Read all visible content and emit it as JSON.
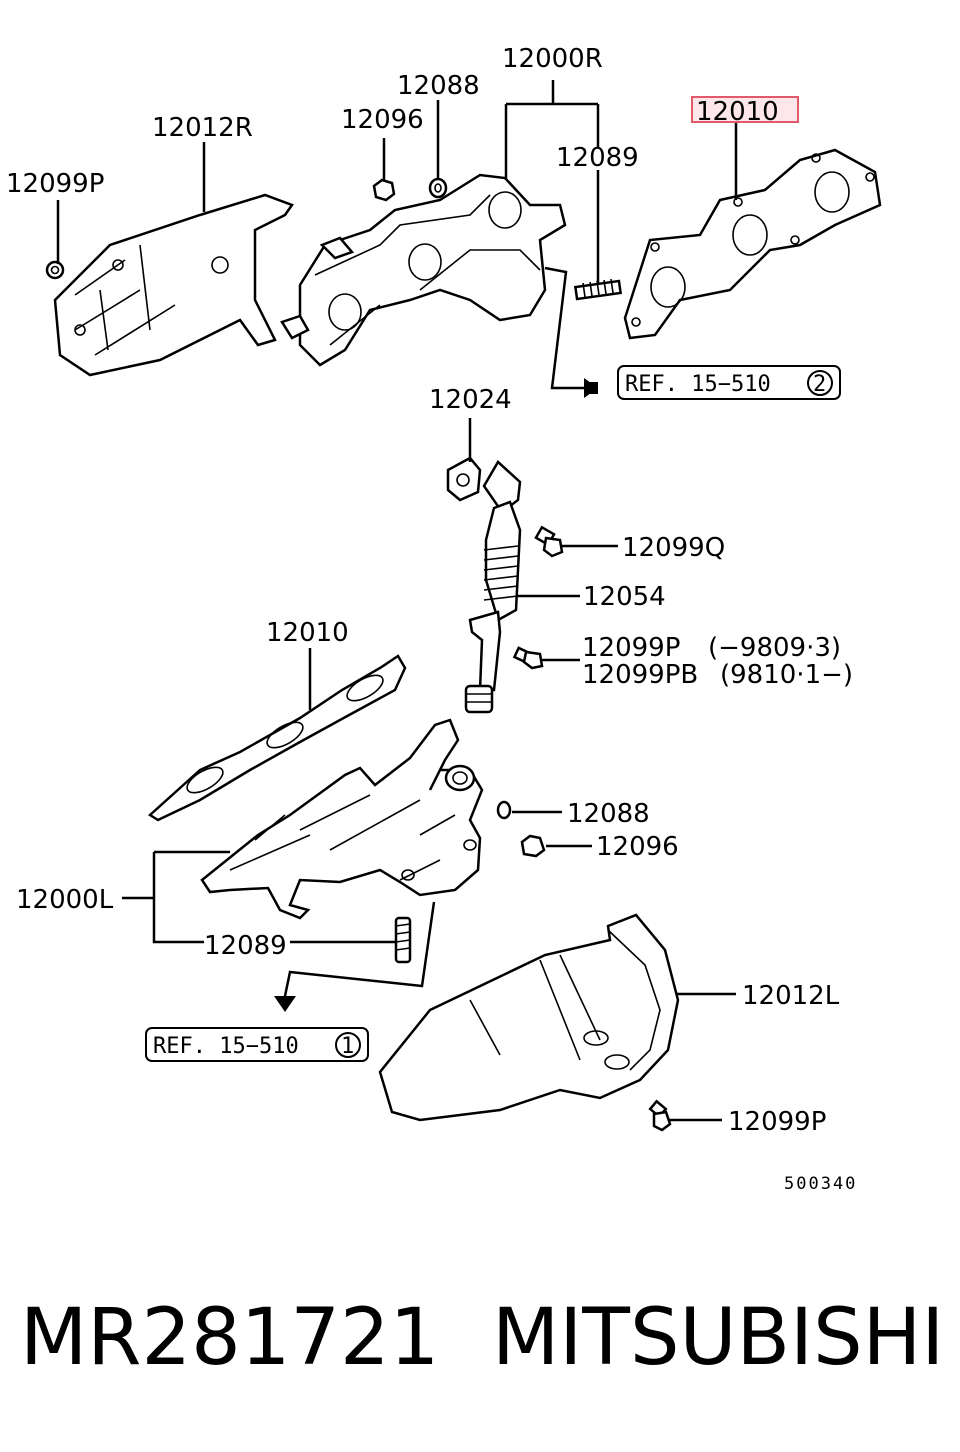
{
  "labels": {
    "p12000R": "12000R",
    "p12088_top": "12088",
    "p12096_top": "12096",
    "p12012R": "12012R",
    "p12099P_top": "12099P",
    "p12089_top": "12089",
    "p12010_top": "12010",
    "p12024": "12024",
    "p12099Q": "12099Q",
    "p12054": "12054",
    "p12099P_mid": "12099P",
    "p12099P_mid_range": "(−9809·3)",
    "p12099PB": "12099PB",
    "p12099PB_range": "(9810·1−)",
    "p12010_mid": "12010",
    "p12088_mid": "12088",
    "p12096_mid": "12096",
    "p12000L": "12000L",
    "p12089_bot": "12089",
    "p12012L": "12012L",
    "p12099P_bot": "12099P"
  },
  "refs": {
    "ref_top": {
      "text": "REF. 15−510",
      "num": "2"
    },
    "ref_bot": {
      "text": "REF. 15−510",
      "num": "1"
    }
  },
  "diagram_code": "500340",
  "footer": {
    "part_number": "MR281721",
    "brand": "MITSUBISHI"
  },
  "highlight_color": "#e05a6a"
}
